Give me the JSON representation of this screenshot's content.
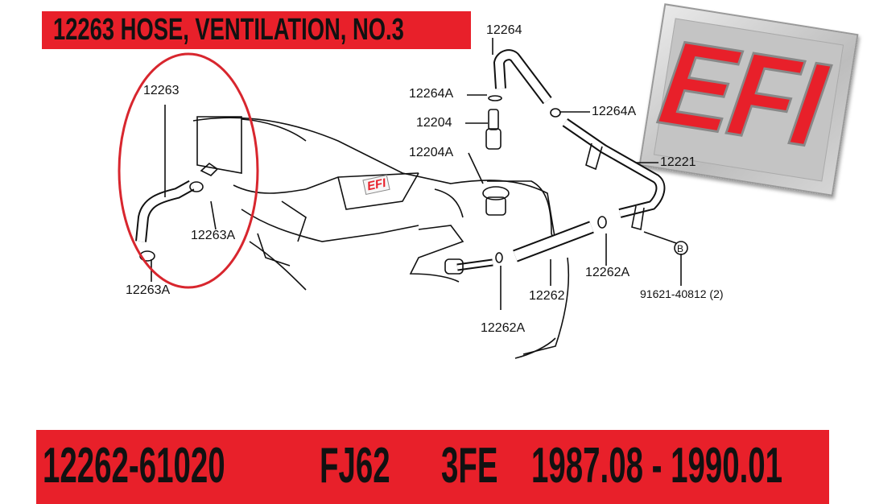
{
  "header": {
    "title": "12263   HOSE, VENTILATION, NO.3"
  },
  "footer": {
    "part_number": "12262-61020",
    "model": "FJ62",
    "engine": "3FE",
    "date_range": "1987.08 - 1990.01"
  },
  "badge": {
    "text": "EFI"
  },
  "engine_badge": {
    "text": "EFI"
  },
  "callouts": {
    "c1": "12263",
    "c2": "12263A",
    "c3": "12263A",
    "c4": "12264",
    "c5": "12264A",
    "c6": "12204",
    "c7": "12204A",
    "c8": "12264A",
    "c9": "12221",
    "c10": "12262A",
    "c11": "12262",
    "c12": "91621-40812 (2)",
    "c13": "12262A",
    "c14": "B"
  },
  "colors": {
    "accent_red": "#e8202a",
    "ink": "#111111"
  }
}
